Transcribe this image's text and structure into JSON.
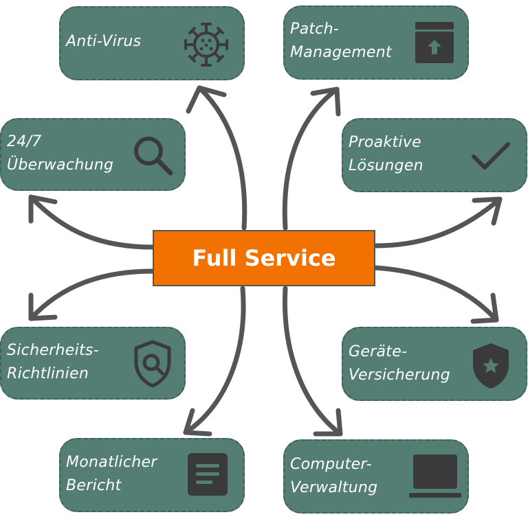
{
  "center": {
    "label": "Full Service"
  },
  "boxes": {
    "anti_virus": {
      "lines": [
        "Anti-Virus"
      ],
      "icon": "virus-icon"
    },
    "patch_management": {
      "lines": [
        "Patch-",
        "Management"
      ],
      "icon": "archive-upload-icon"
    },
    "monitoring": {
      "lines": [
        "24/7",
        "Überwachung"
      ],
      "icon": "search-icon"
    },
    "proactive": {
      "lines": [
        "Proaktive",
        "Lösungen"
      ],
      "icon": "checkmark-icon"
    },
    "security_policies": {
      "lines": [
        "Sicherheits-",
        "Richtlinien"
      ],
      "icon": "shield-search-icon"
    },
    "device_insurance": {
      "lines": [
        "Geräte-",
        "Versicherung"
      ],
      "icon": "shield-star-icon"
    },
    "monthly_report": {
      "lines": [
        "Monatlicher",
        "Bericht"
      ],
      "icon": "document-icon"
    },
    "computer_admin": {
      "lines": [
        "Computer-",
        "Verwaltung"
      ],
      "icon": "laptop-icon"
    }
  },
  "colors": {
    "box_fill": "#547d74",
    "box_border": "#3f5f58",
    "center_fill": "#f27200",
    "arrow": "#555555",
    "icon": "#3a3a3a",
    "text": "#ffffff"
  }
}
